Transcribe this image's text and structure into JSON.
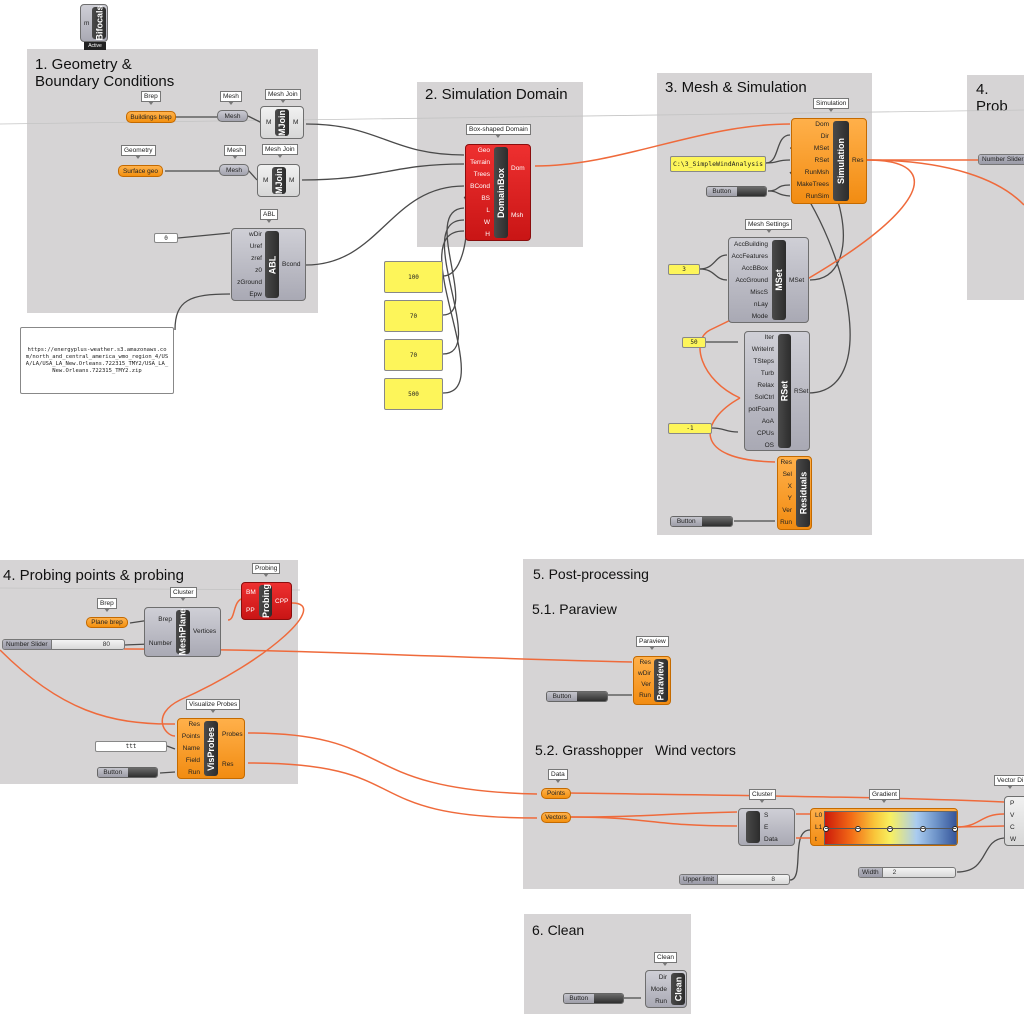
{
  "canvas": {
    "background": "#ffffff",
    "group_color": "#d6d4d5",
    "wire_grey": "#4a4a4a",
    "wire_orange": "#ef6a3b"
  },
  "bifocals": {
    "name": "Bifocals",
    "input": "m",
    "badge": "Active"
  },
  "groups": {
    "g1": {
      "title": "1. Geometry &\nBoundary Conditions"
    },
    "g2": {
      "title": "2. Simulation Domain"
    },
    "g3": {
      "title": "3. Mesh & Simulation"
    },
    "g4top": {
      "title": "4. Prob"
    },
    "g4": {
      "title": "4. Probing points & probing"
    },
    "g5": {
      "title": "5. Post-processing",
      "sub1": "5.1. Paraview",
      "sub2": "5.2. Grasshopper",
      "sub2b": "Wind vectors"
    },
    "g6": {
      "title": "6. Clean"
    }
  },
  "group1": {
    "brep_label": "Brep",
    "brep_param": "Buildings brep",
    "geometry_label": "Geometry",
    "surface_param": "Surface geo",
    "mesh1_label": "Mesh",
    "mesh1_param": "Mesh",
    "mesh2_label": "Mesh",
    "mesh2_param": "Mesh",
    "mjoin1_label": "Mesh Join",
    "mjoin2_label": "Mesh Join",
    "mjoin_name": "MJoin",
    "mjoin_in": "M",
    "mjoin_out": "M",
    "abl_label": "ABL",
    "abl_name": "ABL",
    "abl_inputs": [
      "wDir",
      "Uref",
      "zref",
      "z0",
      "zGround",
      "Epw"
    ],
    "abl_output": "Bcond",
    "wdir_panel": "0",
    "epw_panel": "https://energyplus-weather.s3.amazonaws.com/north_and_central_america_wmo_region_4/USA/LA/USA_LA_New.Orleans.722315_TMY2/USA_LA_New.Orleans.722315_TMY2.zip"
  },
  "group2": {
    "domain_label": "Box-shaped Domain",
    "domain_name": "DomainBox",
    "inputs": [
      "Geo",
      "Terrain",
      "Trees",
      "BCond",
      "BS",
      "L",
      "W",
      "H"
    ],
    "outputs": [
      "Dom",
      "Msh"
    ],
    "panels": [
      "100",
      "70",
      "70",
      "500"
    ]
  },
  "group3": {
    "sim_label": "Simulation",
    "sim_name": "Simulation",
    "sim_inputs": [
      "Dom",
      "Dir",
      "MSet",
      "RSet",
      "RunMsh",
      "MakeTrees",
      "RunSim"
    ],
    "sim_output": "Res",
    "dir_panel": "C:\\3_SimpleWindAnalysis",
    "button": "Button",
    "mset_label": "Mesh Settings",
    "mset_name": "MSet",
    "mset_inputs": [
      "AccBuilding",
      "AccFeatures",
      "AccBBox",
      "AccGround",
      "MiscS",
      "nLay",
      "Mode"
    ],
    "mset_output": "MSet",
    "mset_panel": "3",
    "rset_name": "RSet",
    "rset_inputs": [
      "Iter",
      "WriteInt",
      "TSteps",
      "Turb",
      "Relax",
      "SolCtrl",
      "potFoam",
      "AoA",
      "CPUs",
      "OS"
    ],
    "rset_output": "RSet",
    "iter_panel": "50",
    "cpu_panel": "-1",
    "res_name": "Residuals",
    "res_inputs": [
      "Res",
      "Sel",
      "X",
      "Y",
      "Ver",
      "Run"
    ],
    "res_button": "Button"
  },
  "group4top": {
    "slider_name": "Number Slider"
  },
  "group4": {
    "probing_label": "Probing",
    "probing_name": "Probing",
    "probing_inputs": [
      "BM",
      "PP"
    ],
    "probing_output": "CPP",
    "cluster_label": "Cluster",
    "cluster_name": "MeshPlane",
    "cluster_inputs": [
      "Brep",
      "Number"
    ],
    "cluster_output": "Vertices",
    "brep_label": "Brep",
    "brep_param": "Plane brep",
    "slider_name": "Number Slider",
    "slider_value": "80",
    "vis_label": "Visualize Probes",
    "vis_name": "VisProbes",
    "vis_inputs": [
      "Res",
      "Points",
      "Name",
      "Field",
      "Run"
    ],
    "vis_outputs": [
      "Probes",
      "Res"
    ],
    "name_panel": "ttt",
    "button": "Button"
  },
  "group5": {
    "paraview_label": "Paraview",
    "paraview_name": "Paraview",
    "paraview_inputs": [
      "Res",
      "wDir",
      "Ver",
      "Run"
    ],
    "paraview_button": "Button",
    "data_label": "Data",
    "points_param": "Points",
    "vectors_param": "Vectors",
    "cluster_label": "Cluster",
    "cluster_outputs": [
      "S",
      "E",
      "Data"
    ],
    "gradient_label": "Gradient",
    "gradient_inputs": [
      "L0",
      "L1",
      "t"
    ],
    "upper_slider_name": "Upper limit",
    "upper_slider_value": "8",
    "width_slider_name": "Width",
    "width_slider_value": "2",
    "vector_label": "Vector Di",
    "vector_inputs": [
      "P",
      "V",
      "C",
      "W"
    ]
  },
  "group6": {
    "clean_label": "Clean",
    "clean_name": "Clean",
    "clean_inputs": [
      "Dir",
      "Mode",
      "Run"
    ],
    "button": "Button"
  }
}
